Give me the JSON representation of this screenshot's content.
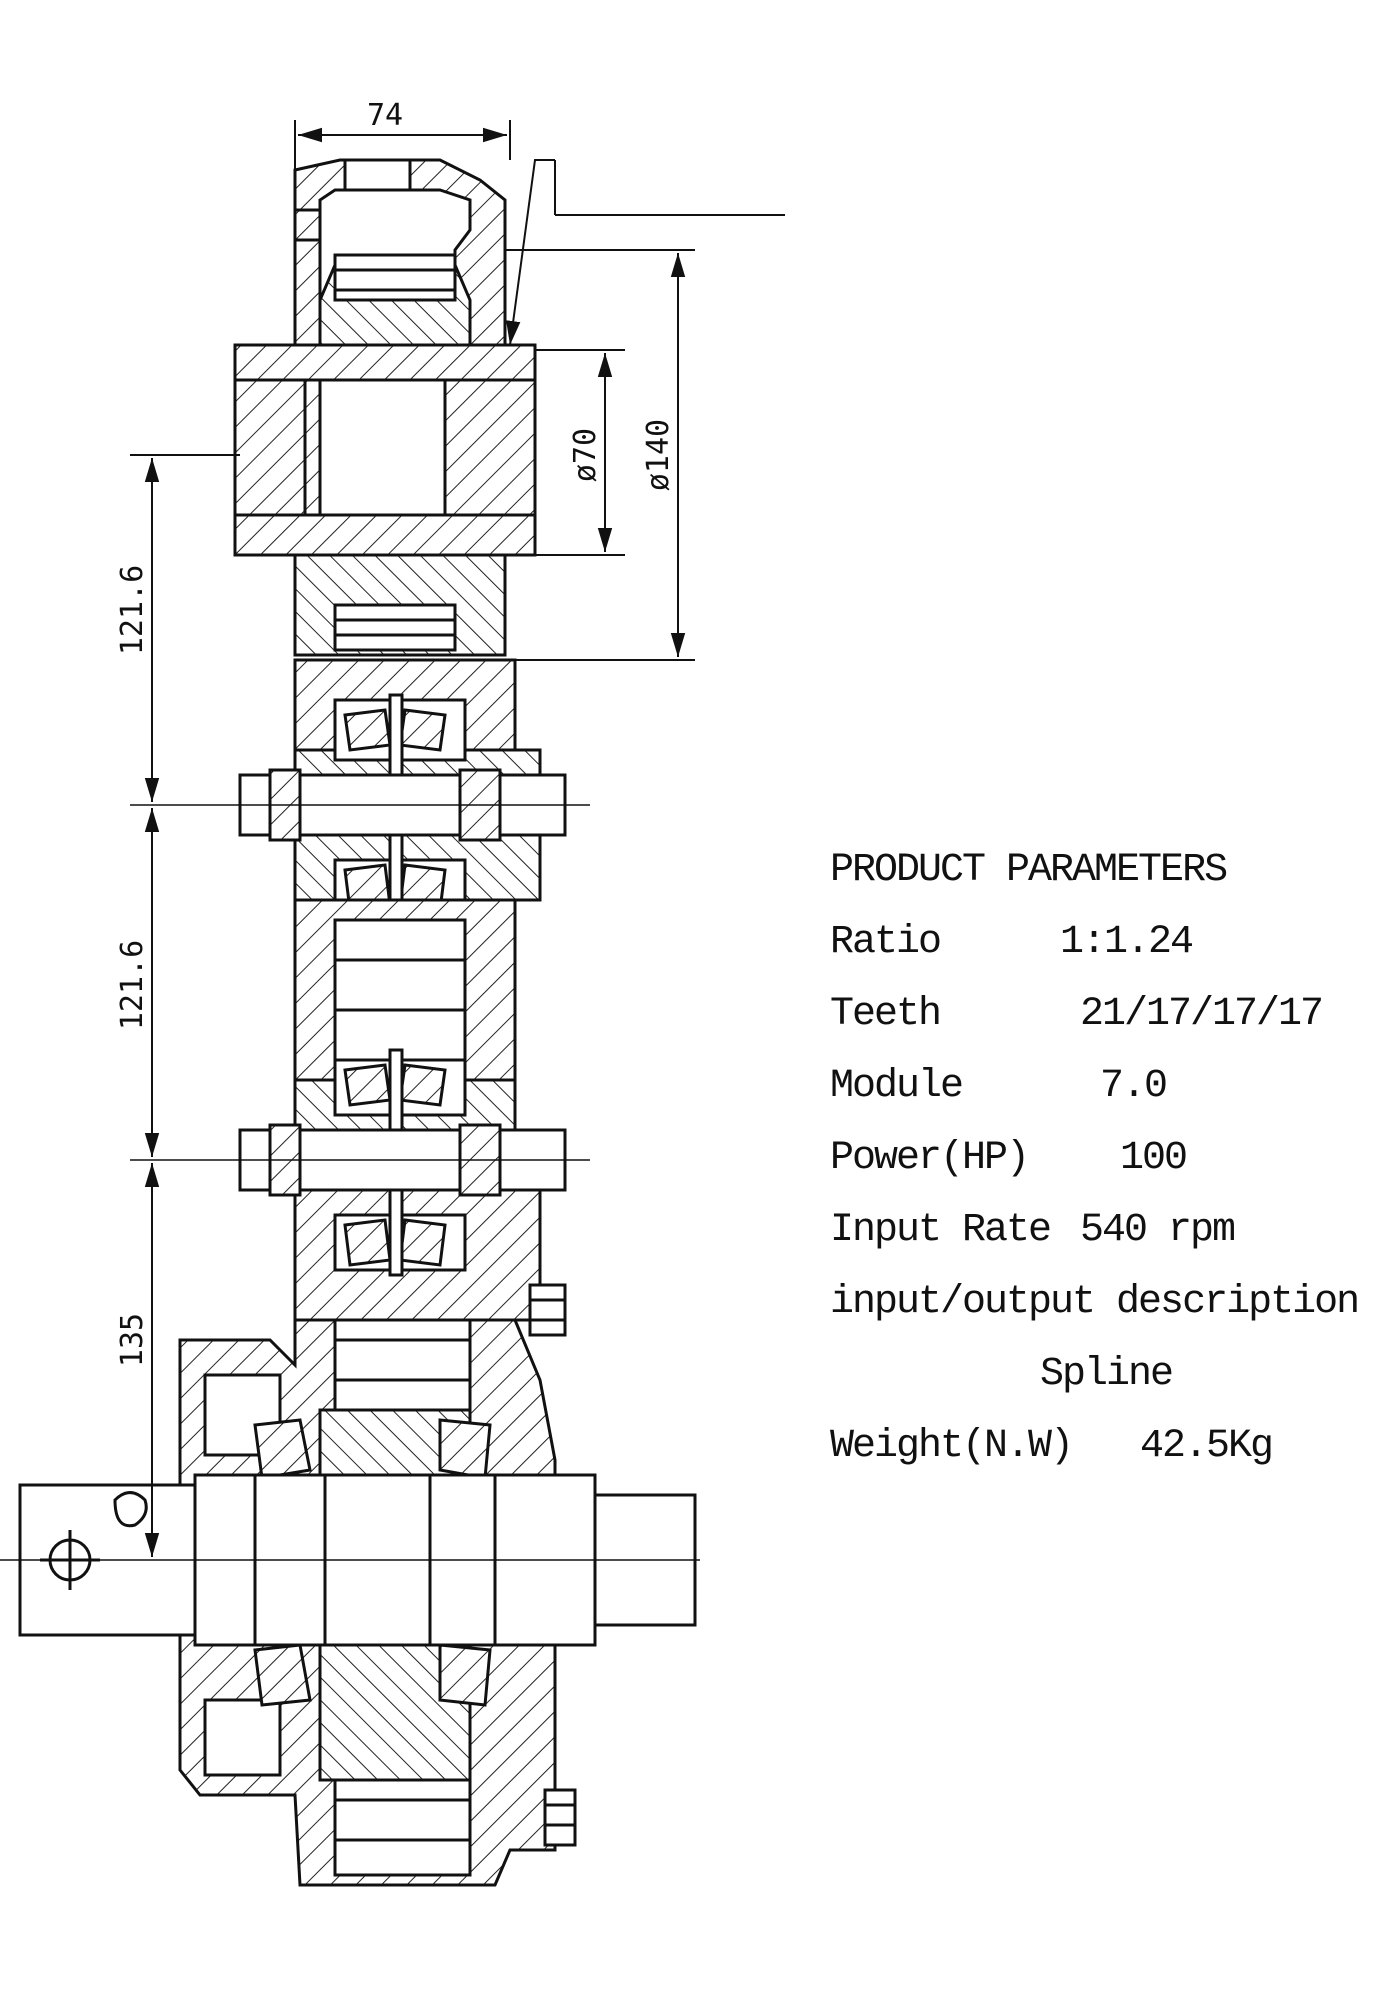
{
  "drawing": {
    "dimensions": {
      "width_top": "74",
      "bore_dia": "ø70",
      "flange_dia": "ø140",
      "spacing_1": "121.6",
      "spacing_2": "121.6",
      "spacing_3": "135"
    }
  },
  "parameters": {
    "heading": "PRODUCT PARAMETERS",
    "rows": [
      {
        "label": "Ratio",
        "value": "1:1.24"
      },
      {
        "label": "Teeth",
        "value": "21/17/17/17"
      },
      {
        "label": "Module",
        "value": "7.0"
      },
      {
        "label": "Power(HP)",
        "value": "100"
      },
      {
        "label": "Input Rate",
        "value": "540 rpm"
      },
      {
        "label": "input/output description",
        "value": ""
      },
      {
        "label": "",
        "value": "Spline"
      },
      {
        "label": "Weight(N.W)",
        "value": "42.5Kg"
      }
    ]
  }
}
